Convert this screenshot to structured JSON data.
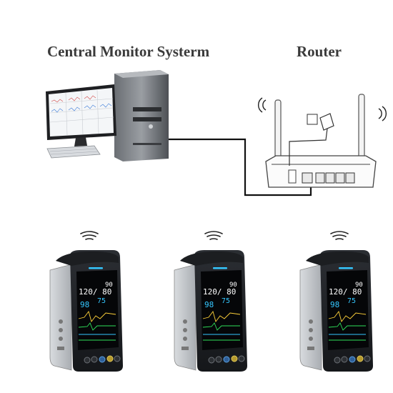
{
  "labels": {
    "central_monitor": "Central Monitor Systerm",
    "router": "Router"
  },
  "monitor_readings": {
    "bp": "120/ 80",
    "hr": "90",
    "spo2": "98",
    "rr": "75"
  },
  "colors": {
    "label_text": "#3a3a3a",
    "bp_text": "#ffffff",
    "spo2_text": "#35c7ff",
    "wave_green": "#2fe05a",
    "wave_cyan": "#35c7ff",
    "wave_yellow": "#ffd23a",
    "cable": "#111111"
  },
  "icons": [
    "wifi-icon",
    "router-antenna-icon",
    "power-adapter-icon",
    "ethernet-port-icon"
  ]
}
